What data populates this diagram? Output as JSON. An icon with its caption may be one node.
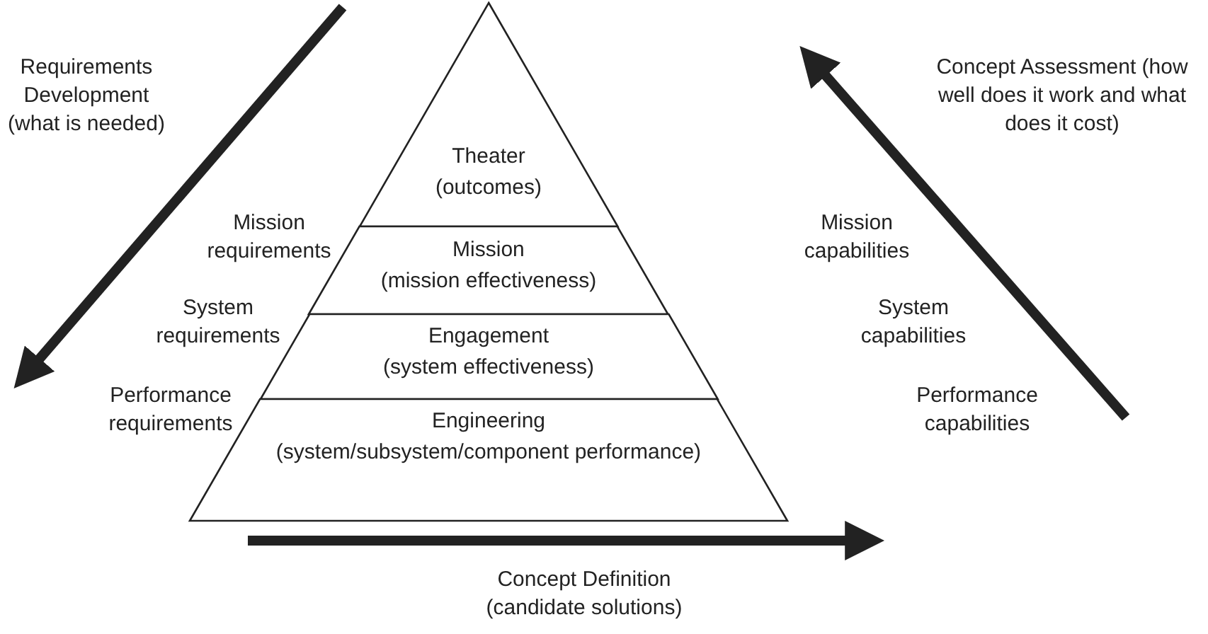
{
  "diagram": {
    "nodes": [
      {
        "text": [
          "Theater",
          "(outcomes)"
        ]
      },
      {
        "text": [
          "Mission",
          "(mission effectiveness)"
        ]
      },
      {
        "text": [
          "Engagement",
          "(system effectiveness)"
        ]
      },
      {
        "text": [
          "Engineering",
          "(system/subsystem/component performance)"
        ]
      }
    ],
    "labels": [
      "Requirements Development (what is needed)",
      "Concept Assessment (how well does it work and what does it cost)",
      "Mission requirements",
      "Mission capabilities",
      "System requirements",
      "System capabilities",
      "Performance requirements",
      "Performance capabilities",
      "Concept Definition (candidate solutions)"
    ]
  }
}
